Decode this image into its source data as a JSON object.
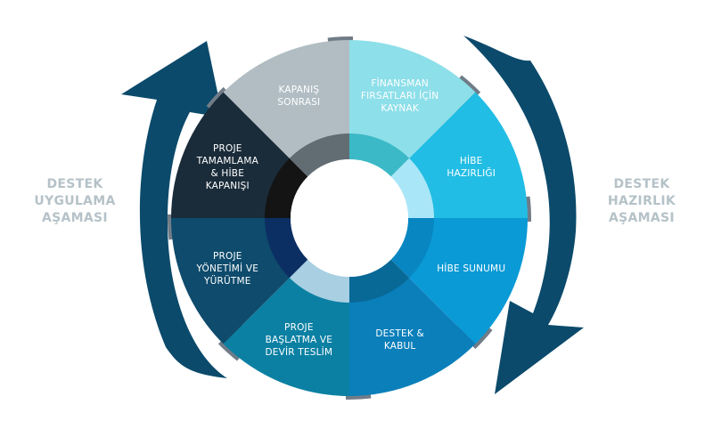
{
  "colors": {
    "arrow": "#0b4a6b",
    "phase_text": "#b5c2c8",
    "notch": "#707c87",
    "center": "#ffffff"
  },
  "phases": {
    "left": {
      "lines": [
        "DESTEK",
        "UYGULAMA",
        "AŞAMASI"
      ]
    },
    "right": {
      "lines": [
        "DESTEK",
        "HAZIRLIK",
        "AŞAMASI"
      ]
    }
  },
  "segments": [
    {
      "id": "finansman",
      "lines": [
        "FİNANSMAN",
        "FIRSATLARI İÇİN",
        "KAYNAK"
      ],
      "color": "#8ddfe9",
      "ring": "#3bb9c6"
    },
    {
      "id": "hibe-hazirligi",
      "lines": [
        "HİBE",
        "HAZIRLIĞI"
      ],
      "color": "#22bde4",
      "ring": "#a9e6f8"
    },
    {
      "id": "hibe-sunumu",
      "lines": [
        "HİBE SUNUMU"
      ],
      "color": "#0a9ad6",
      "ring": "#0886c2"
    },
    {
      "id": "destek-kabul",
      "lines": [
        "DESTEK &",
        "KABUL"
      ],
      "color": "#0a7fba",
      "ring": "#086896"
    },
    {
      "id": "proje-baslatma",
      "lines": [
        "PROJE",
        "BAŞLATMA VE",
        "DEVİR TESLİM"
      ],
      "color": "#0b80a3",
      "ring": "#a8cfe2"
    },
    {
      "id": "proje-yonetimi",
      "lines": [
        "PROJE",
        "YÖNETİMİ VE",
        "YÜRÜTME"
      ],
      "color": "#0e4b6c",
      "ring": "#0b2f63"
    },
    {
      "id": "proje-tamamlama",
      "lines": [
        "PROJE",
        "TAMAMLAMA",
        "& HİBE",
        "KAPANIŞI"
      ],
      "color": "#1a2c3a",
      "ring": "#141414"
    },
    {
      "id": "kapanis-sonrasi",
      "lines": [
        "KAPANIŞ",
        "SONRASI"
      ],
      "color": "#b1bdc3",
      "ring": "#626c73"
    }
  ]
}
